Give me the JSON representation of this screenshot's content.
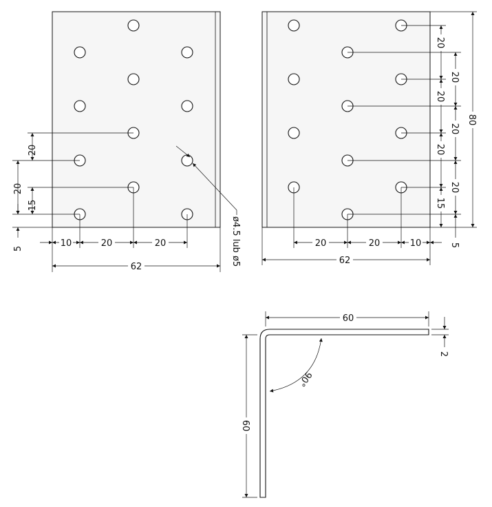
{
  "front_view_left": {
    "dims": {
      "v1": "20",
      "v2": "20",
      "v3": "15",
      "v4": "5",
      "h1": "10",
      "h2": "20",
      "h3": "20",
      "width": "62"
    },
    "hole_note": "ø4.5 lub ø5"
  },
  "front_view_right": {
    "dims": {
      "r1": "20",
      "r2": "20",
      "r3": "20",
      "r4": "20",
      "r5": "20",
      "r6": "20",
      "r7": "15",
      "r8": "5",
      "height": "80",
      "h1": "20",
      "h2": "20",
      "h3": "10",
      "width": "62"
    }
  },
  "side_view": {
    "dims": {
      "top": "60",
      "left": "60",
      "thickness": "2",
      "angle": "90°"
    }
  }
}
